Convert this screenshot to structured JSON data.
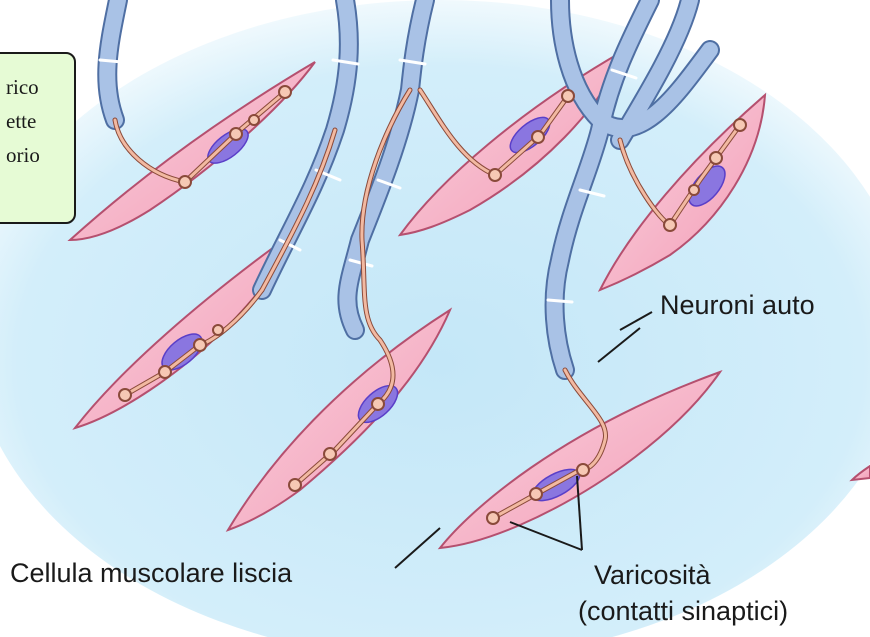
{
  "labels": {
    "smooth_muscle": "Cellula muscolare liscia",
    "neurons": "Neuroni auto",
    "varicosity": "Varicosità",
    "synaptic_contacts": "(contatti sinaptici)"
  },
  "note": {
    "lines": [
      "rico",
      "ette",
      "orio"
    ]
  },
  "colors": {
    "background_glow": "#c4e7f8",
    "cell_fill": "#f5b3c6",
    "cell_stroke": "#c45c7f",
    "nucleus": "#8a76e0",
    "nucleus_core": "#6a35e0",
    "axon": "#e9a48c",
    "sheath": "#9ab6dd",
    "note_box": "#e6fbd5"
  }
}
